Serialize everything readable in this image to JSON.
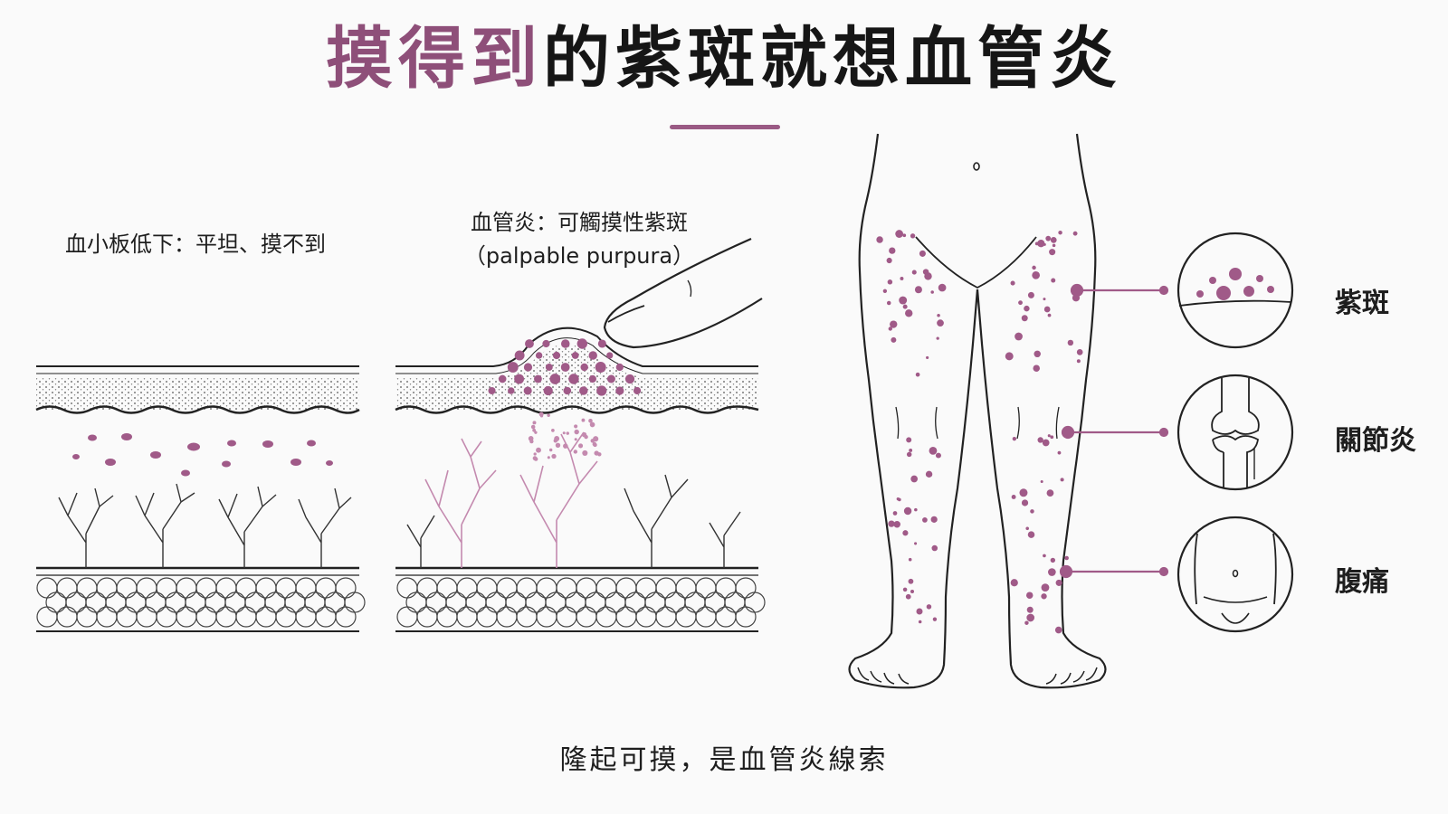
{
  "title": {
    "highlight": "摸得到",
    "rest": "的紫斑就想血管炎"
  },
  "panels": {
    "platelet_label": "血小板低下：平坦、摸不到",
    "vasculitis_label": "血管炎：可觸摸性紫斑",
    "vasculitis_label_en": "（palpable purpura）"
  },
  "symptoms": [
    {
      "label": "紫斑",
      "icon": "purpura-spots-icon"
    },
    {
      "label": "關節炎",
      "icon": "knee-joint-icon"
    },
    {
      "label": "腹痛",
      "icon": "abdomen-icon"
    }
  ],
  "footer": "隆起可摸，是血管炎線索",
  "colors": {
    "accent": "#8e4f79",
    "purpura": "#a05a88",
    "ink": "#1e1e1e",
    "vessel_pink": "#c48aaf"
  }
}
